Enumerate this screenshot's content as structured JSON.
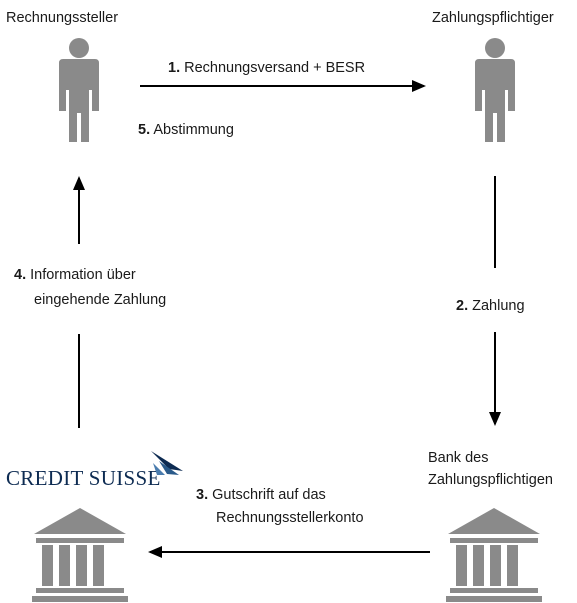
{
  "actors": {
    "invoicer": "Rechnungssteller",
    "payer": "Zahlungspflichtiger",
    "payer_bank_line1": "Bank des",
    "payer_bank_line2": "Zahlungspflichtigen"
  },
  "logo": {
    "text": "CREDIT SUISSE",
    "color": "#0d2b52"
  },
  "steps": {
    "s1": {
      "num": "1.",
      "text": "Rechnungsversand + BESR"
    },
    "s2": {
      "num": "2.",
      "text": "Zahlung"
    },
    "s3": {
      "num": "3.",
      "line1": "Gutschrift auf das",
      "line2": "Rechnungsstellerkonto"
    },
    "s4": {
      "num": "4.",
      "line1": "Information über",
      "line2": "eingehende Zahlung"
    },
    "s5": {
      "num": "5.",
      "text": "Abstimmung"
    }
  },
  "colors": {
    "icon": "#8a8a8a",
    "arrow": "#000000"
  }
}
